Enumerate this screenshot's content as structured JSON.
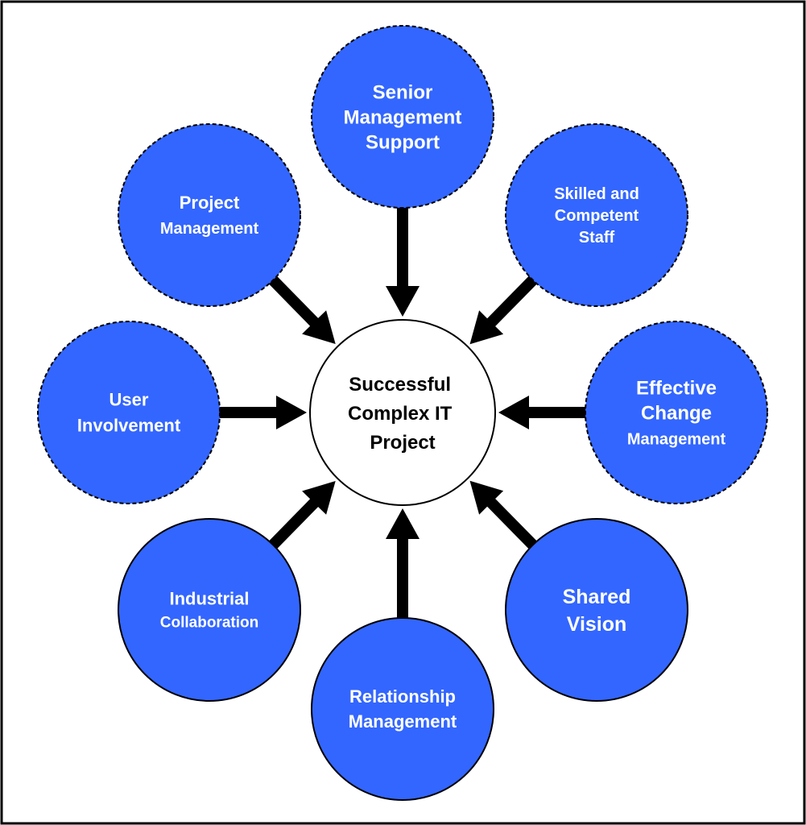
{
  "colors": {
    "node_fill": "#3366ff",
    "node_stroke": "#000000",
    "center_fill": "#ffffff",
    "arrow": "#000000",
    "frame": "#000000"
  },
  "center": {
    "lines": [
      "Successful",
      "Complex IT",
      "Project"
    ]
  },
  "nodes": [
    {
      "id": "senior-management-support",
      "lines": [
        "Senior",
        "Management",
        "Support"
      ],
      "border": "dashed"
    },
    {
      "id": "skilled-and-competent-staff",
      "lines": [
        "Skilled and",
        "Competent",
        "Staff"
      ],
      "border": "dashed"
    },
    {
      "id": "effective-change-management",
      "lines": [
        "Effective",
        "Change",
        "Management"
      ],
      "border": "dashed"
    },
    {
      "id": "shared-vision",
      "lines": [
        "Shared",
        "Vision"
      ],
      "border": "solid"
    },
    {
      "id": "relationship-management",
      "lines": [
        "Relationship",
        "Management"
      ],
      "border": "solid"
    },
    {
      "id": "industrial-collaboration",
      "lines": [
        "Industrial",
        "Collaboration"
      ],
      "border": "solid"
    },
    {
      "id": "user-involvement",
      "lines": [
        "User",
        "Involvement"
      ],
      "border": "dashed"
    },
    {
      "id": "project-management",
      "lines": [
        "Project",
        "Management"
      ],
      "border": "dashed"
    }
  ]
}
